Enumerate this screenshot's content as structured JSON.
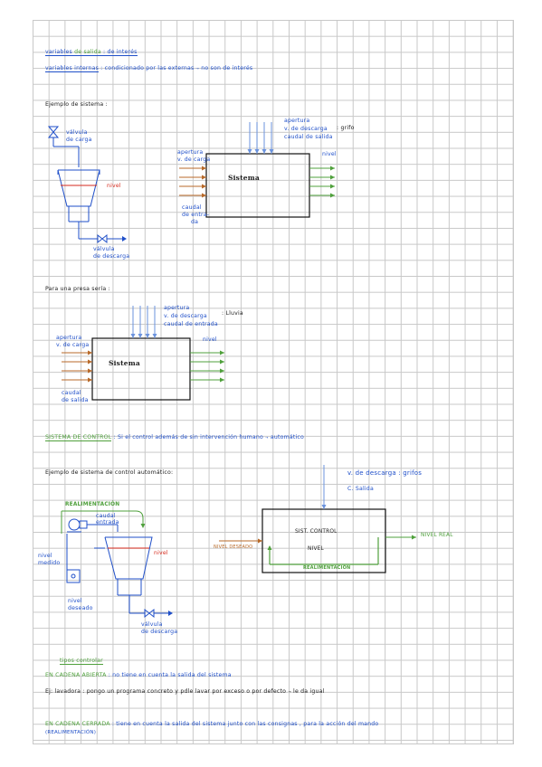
{
  "notes": {
    "line1": {
      "term": "variables",
      "word_green": "de salida",
      "rest": ": de interés"
    },
    "line2": {
      "term": "variables internas",
      "rest": ": condicionado por las externas",
      "tail": "no son de interés"
    },
    "ejemplo_sistema": "Ejemplo de sistema :",
    "para_presa": "Para una presa sería :",
    "sistema_control": {
      "term": "SISTEMA DE CONTROL",
      "rest": ": Si el control además de sin intervención humano",
      "tail": "automático"
    },
    "ejemplo_control": "Ejemplo de sistema de control automático:",
    "tipos_control": "tipos controlar",
    "cadena_abierta": {
      "term": "EN CADENA ABIERTA",
      "rest": ": no tiene en cuenta la salida del sistema"
    },
    "ejemplo_lavadora": "Ej: lavadora : pongo un programa concreto y pdle lavar por exceso o por defecto",
    "ejemplo_lavadora_tail": "le da igual",
    "cadena_cerrada": {
      "term": "EN CADENA CERRADA",
      "rest": ": tiene en cuenta la salida del sistema junto con las consignas , para la acción del mando"
    },
    "realimentacion_note": "(REALIMENTACIÓN)"
  },
  "diagram1": {
    "valve_top": [
      "válvula",
      "de carga"
    ],
    "nivel": "nivel",
    "valve_bottom": [
      "válvula",
      "de descarga"
    ],
    "apertura_left": [
      "apertura",
      "v. de carga"
    ],
    "caudal_in": [
      "caudal",
      "de entra-",
      "da"
    ],
    "apertura_top": [
      "apertura",
      "v. de descarga",
      "caudal de salida"
    ],
    "grifo": ": grifo",
    "nivel_out": "nivel",
    "box": "Sistema"
  },
  "diagram2": {
    "apertura_left": [
      "apertura",
      "v. de carga"
    ],
    "caudal_salida": [
      "caudal",
      "de salida"
    ],
    "apertura_top": [
      "apertura",
      "v. de descarga",
      "caudal de entrada"
    ],
    "lluvia": ": Lluvia",
    "nivel_out": "nivel",
    "box": "Sistema"
  },
  "diagram3": {
    "realimentacion": "REALIMENTACIÓN",
    "caudal_entrada": [
      "caudal",
      "entrada"
    ],
    "nivel": "nivel",
    "nivel_medido": [
      "nivel",
      "medido"
    ],
    "nivel_deseado_left": [
      "nivel",
      "deseado"
    ],
    "valve_bottom": [
      "válvula",
      "de descarga"
    ]
  },
  "diagram4": {
    "top_label": "v. de descarga : grifos",
    "c_salida": "C. Salida",
    "box_line1": "SIST. CONTROL",
    "box_line2": "NIVEL",
    "nivel_deseado": "NIVEL DESEADO",
    "nivel_real": "NIVEL REAL",
    "realimentacion": "REALIMENTACIÓN"
  }
}
